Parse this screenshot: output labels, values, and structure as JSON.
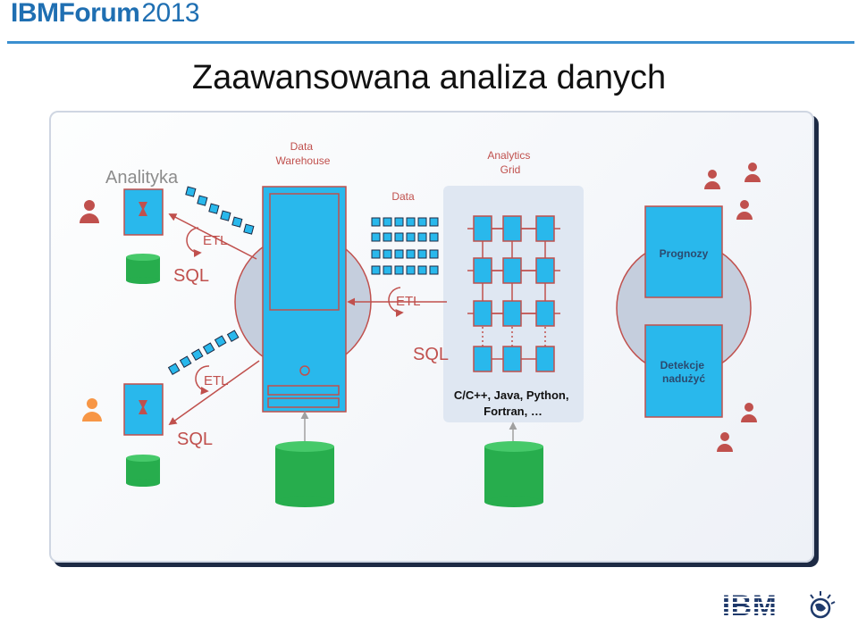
{
  "header": {
    "brand": "IBMForum",
    "year": "2013"
  },
  "slide": {
    "title": "Zaawansowana analiza danych"
  },
  "diagram": {
    "analytics_label": "Analityka",
    "warehouse_label": "Data\nWarehouse",
    "data_label": "Data",
    "grid_label": "Analytics\nGrid",
    "etl_label_1": "ETL",
    "etl_label_2": "ETL",
    "etl_label_3": "ETL",
    "sql_label_1": "SQL",
    "sql_label_2": "SQL",
    "sql_label_3": "SQL",
    "languages_label": "C/C++, Java, Python,\nFortran, …",
    "forecast_label": "Prognozy",
    "fraud_label": "Detekcje\nnadużyć"
  },
  "footer": {
    "logo": "IBM"
  },
  "colors": {
    "accent_blue": "#3b8fd0",
    "box_cyan": "#29b8ec",
    "db_green": "#27ad4d",
    "arrow_red": "#c0504d",
    "person_orange": "#f79646",
    "circle_gray": "#c5cedd",
    "grid_bg": "#dfe7f2"
  }
}
